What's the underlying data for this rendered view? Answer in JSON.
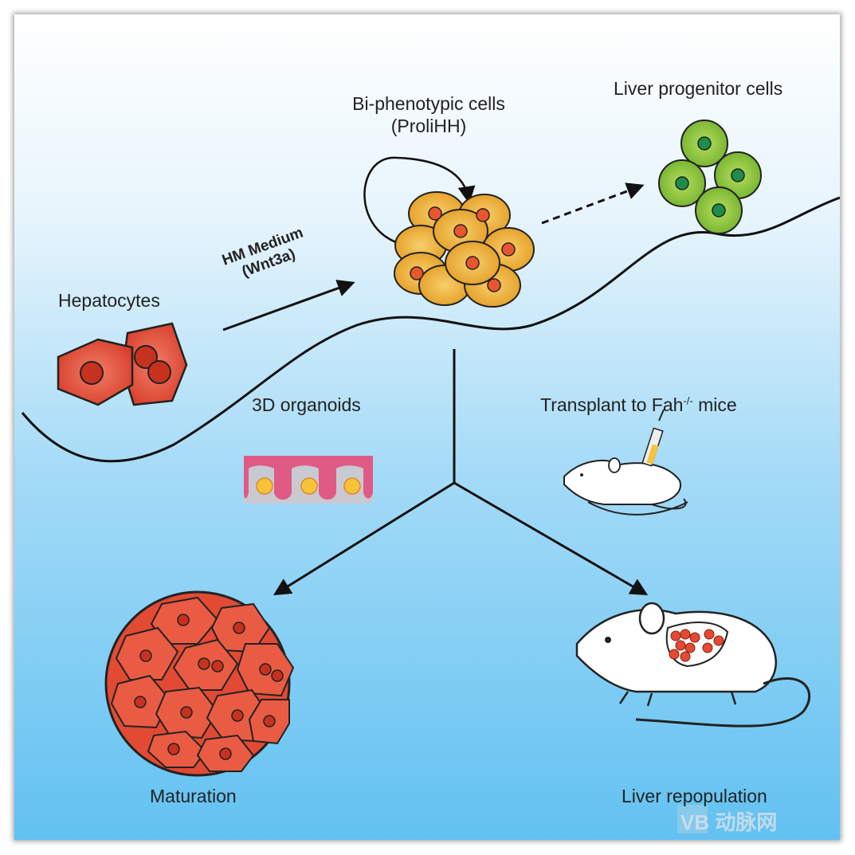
{
  "labels": {
    "hepatocytes": "Hepatocytes",
    "hm_medium_line1": "HM Medium",
    "hm_medium_line2": "(Wnt3a)",
    "biphenotypic_line1": "Bi-phenotypic cells",
    "biphenotypic_line2": "(ProliHH)",
    "liver_progenitor": "Liver progenitor cells",
    "organoids": "3D organoids",
    "transplant_prefix": "Transplant to Fah",
    "transplant_sup": "-/-",
    "transplant_suffix": " mice",
    "maturation": "Maturation",
    "repopulation": "Liver repopulation",
    "watermark": "VB 动脉网"
  },
  "colors": {
    "bg_top": "#ffffff",
    "bg_bottom": "#64c3f2",
    "hepatocyte_red": "#e24a33",
    "nucleus_red": "#c7321f",
    "prolihh_orange": "#f0b43a",
    "progenitor_green": "#8cc63f",
    "nucleus_green": "#1e8c4a",
    "organoid_pink": "#e05a86",
    "organoid_gray": "#c8c8d0",
    "organoid_yellow": "#f6c33b"
  }
}
